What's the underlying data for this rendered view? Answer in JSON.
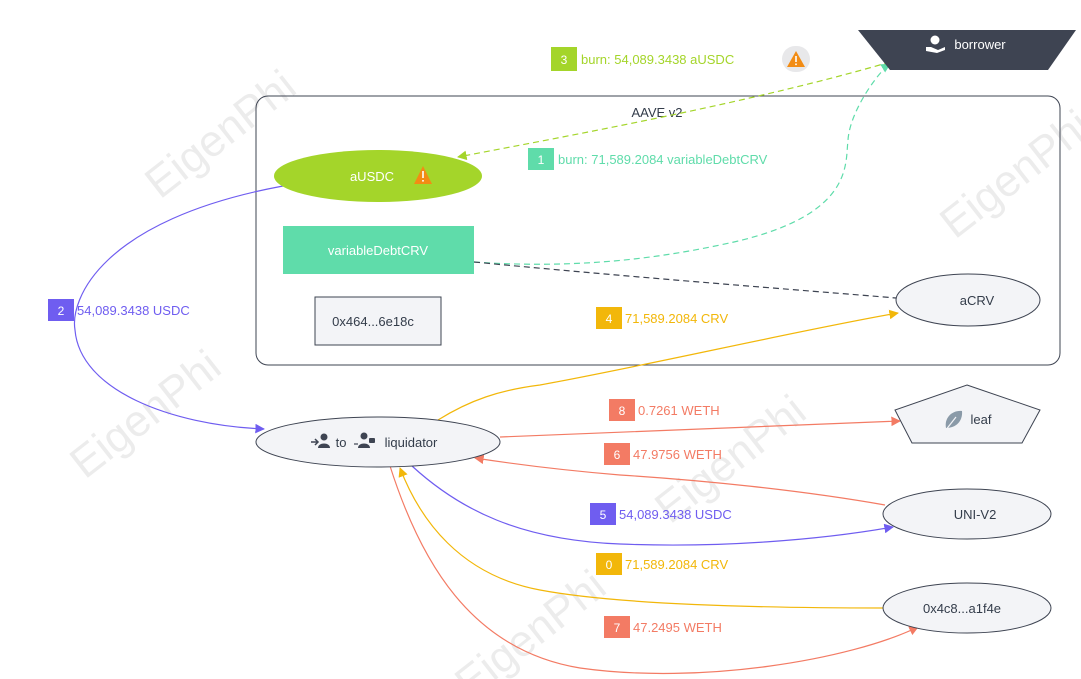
{
  "watermark": "EigenPhi",
  "colors": {
    "purple": "#6f5df0",
    "yellow": "#f2b70a",
    "salmon": "#f37b64",
    "lime": "#a4d52a",
    "teal": "#5fdcaa",
    "dark": "#3e4452",
    "node_fill": "#f3f4f7",
    "node_stroke": "#3e4452",
    "warning": "#f28c14"
  },
  "group": {
    "label": "AAVE v2"
  },
  "nodes": {
    "borrower": {
      "label": "borrower",
      "icon": "money-bag-hand-icon"
    },
    "ausdc": {
      "label": "aUSDC",
      "icon": "warning-icon"
    },
    "variable_debt": {
      "label": "variableDebtCRV"
    },
    "address_box": {
      "label": "0x464...6e18c"
    },
    "acrv": {
      "label": "aCRV"
    },
    "liquidator": {
      "to": "to",
      "label": "liquidator",
      "icon_from": "user-arrow-icon",
      "icon_to": "user-bag-icon"
    },
    "leaf": {
      "label": "leaf",
      "icon": "leaf-icon"
    },
    "univ2": {
      "label": "UNI-V2"
    },
    "addr2": {
      "label": "0x4c8...a1f4e"
    }
  },
  "edges": [
    {
      "id": "e0",
      "step": "0",
      "text": "71,589.2084 CRV",
      "from": "0x4c8...a1f4e",
      "to": "liquidator",
      "color": "yellow"
    },
    {
      "id": "e1",
      "step": "1",
      "text": "burn: 71,589.2084 variableDebtCRV",
      "from": "variableDebtCRV",
      "to": "borrower",
      "color": "teal",
      "dashed": true
    },
    {
      "id": "e2",
      "step": "2",
      "text": "54,089.3438 USDC",
      "from": "aUSDC",
      "to": "liquidator",
      "color": "purple"
    },
    {
      "id": "e3",
      "step": "3",
      "text": "burn: 54,089.3438 aUSDC",
      "from": "borrower",
      "to": "aUSDC",
      "color": "lime",
      "dashed": true,
      "icon": "warning-icon"
    },
    {
      "id": "e4",
      "step": "4",
      "text": "71,589.2084 CRV",
      "from": "liquidator",
      "to": "aCRV",
      "color": "yellow"
    },
    {
      "id": "e5",
      "step": "5",
      "text": "54,089.3438 USDC",
      "from": "liquidator",
      "to": "UNI-V2",
      "color": "purple"
    },
    {
      "id": "e6",
      "step": "6",
      "text": "47.9756 WETH",
      "from": "UNI-V2",
      "to": "liquidator",
      "color": "salmon"
    },
    {
      "id": "e7",
      "step": "7",
      "text": "47.2495 WETH",
      "from": "liquidator",
      "to": "0x4c8...a1f4e",
      "color": "salmon"
    },
    {
      "id": "e8",
      "step": "8",
      "text": "0.7261 WETH",
      "from": "liquidator",
      "to": "leaf",
      "color": "salmon"
    }
  ]
}
